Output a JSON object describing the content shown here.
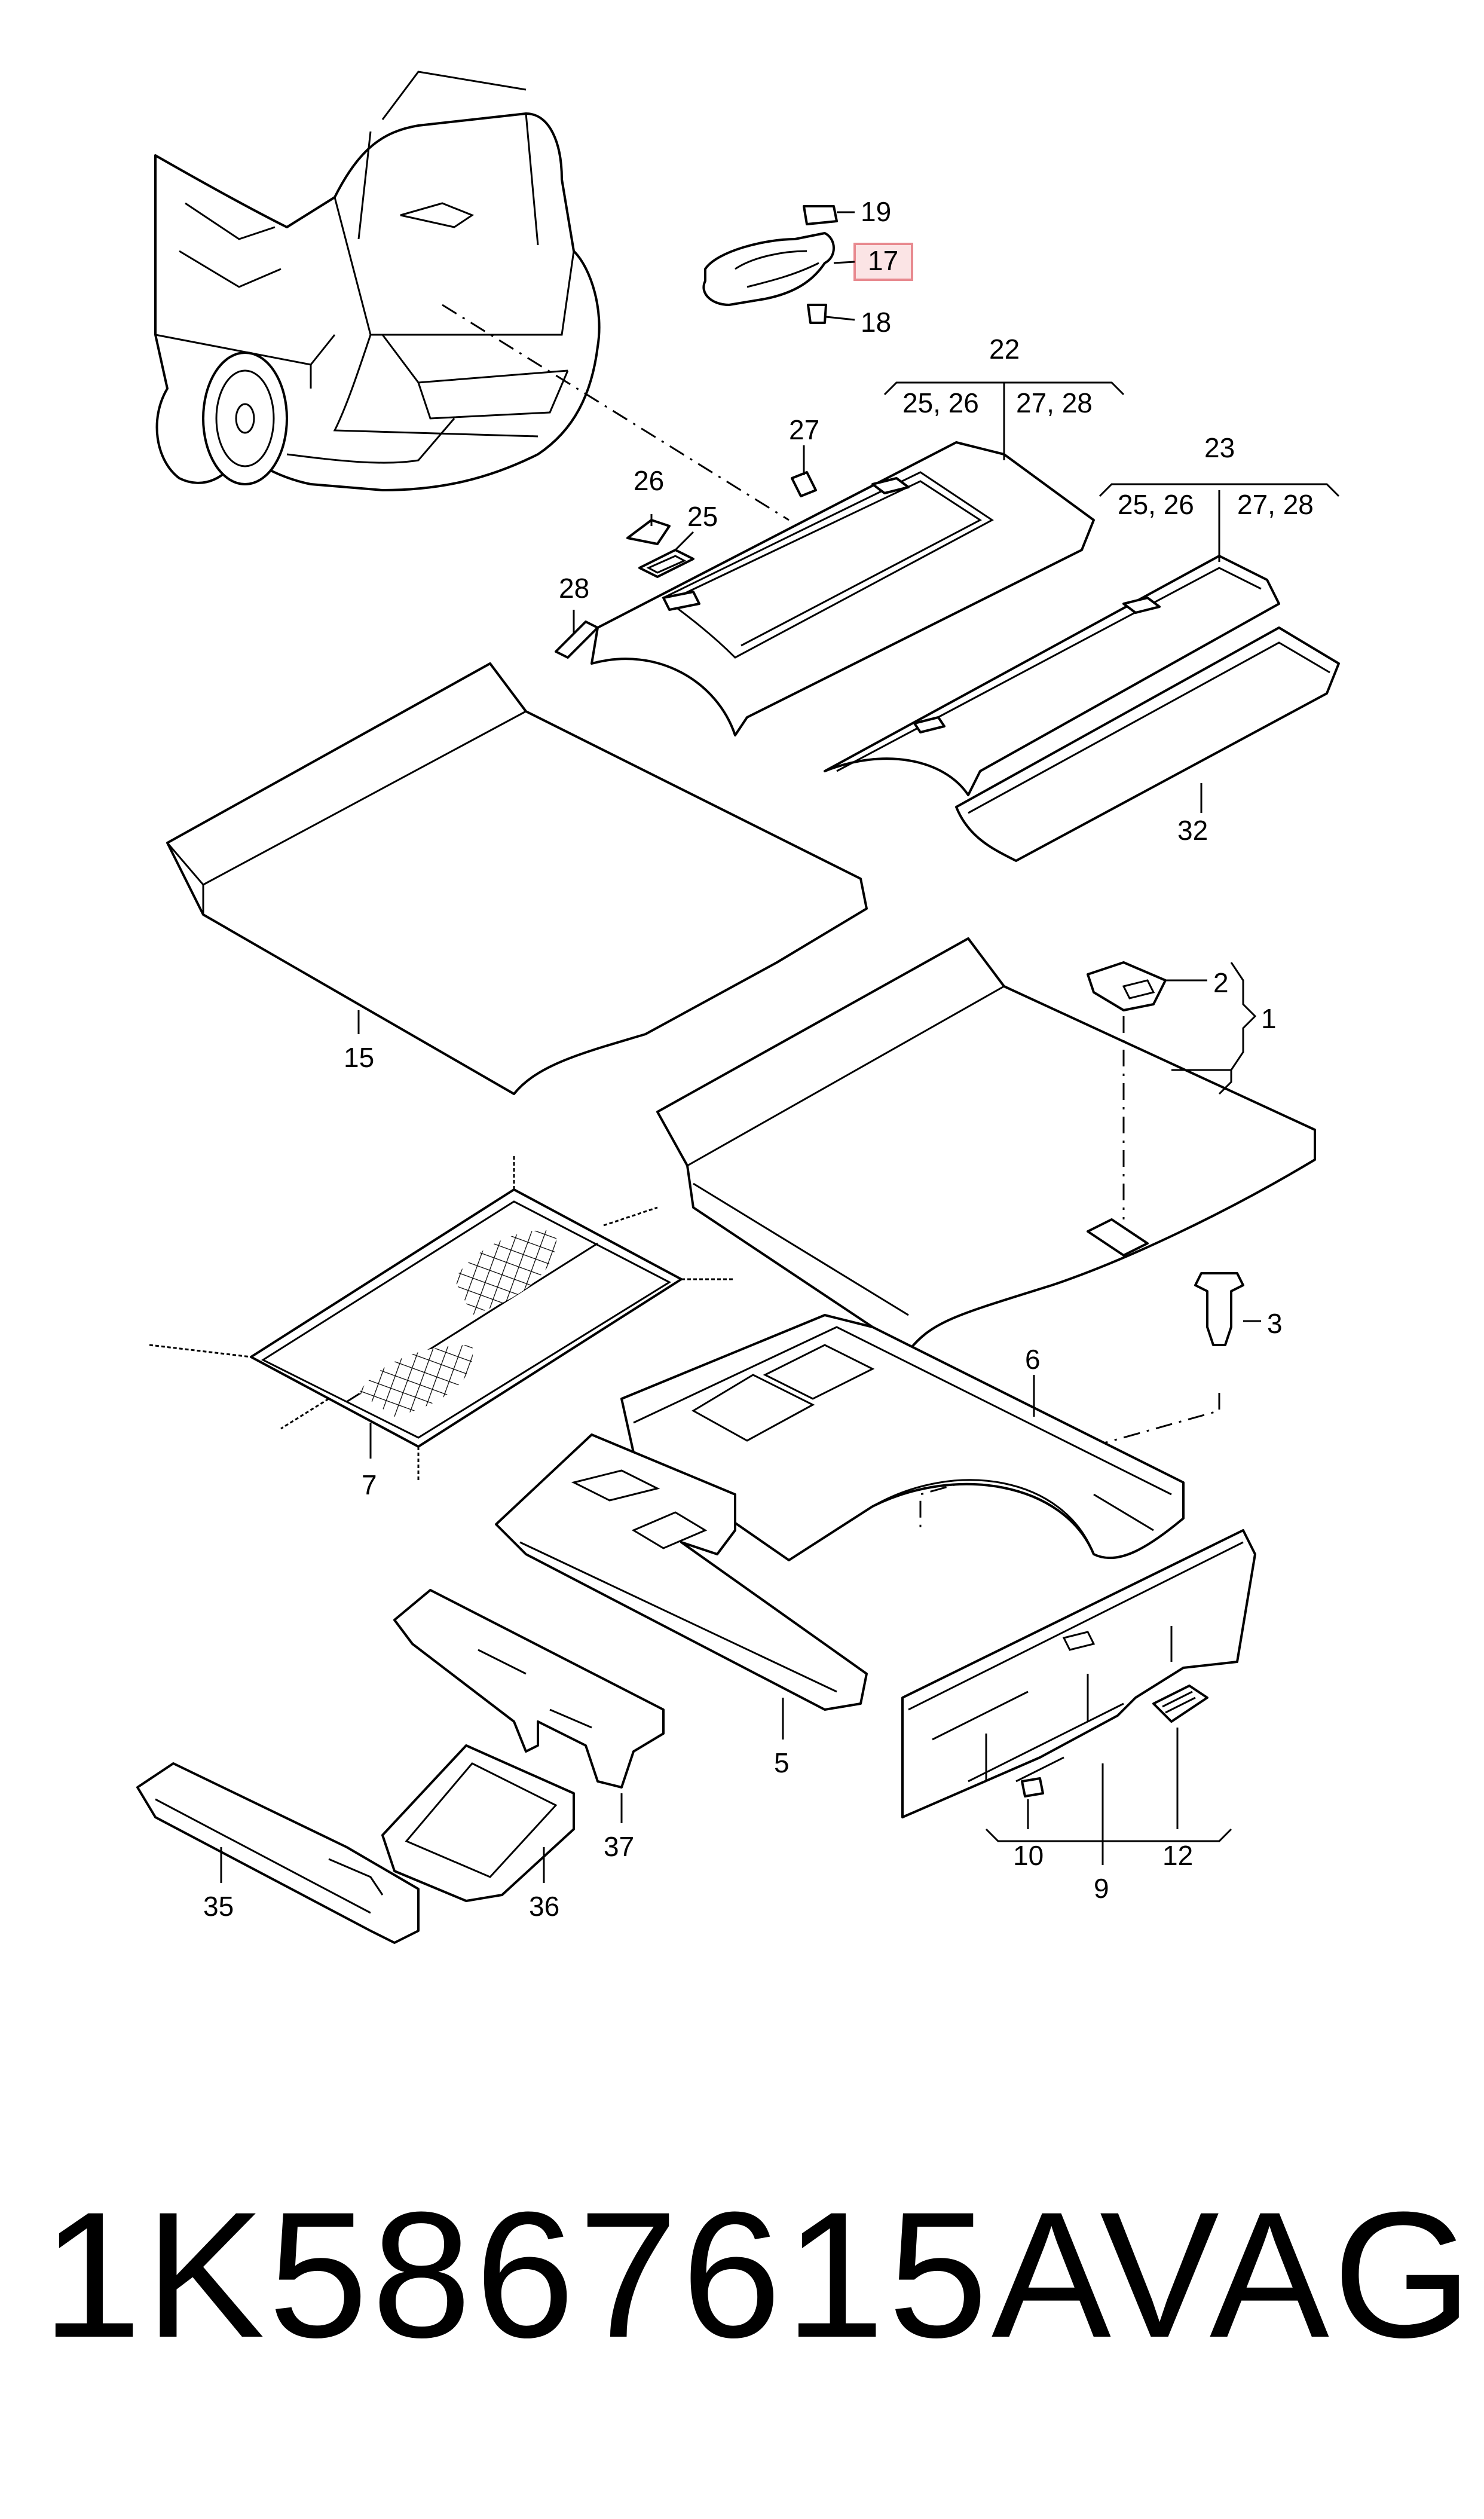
{
  "labels": {
    "l1": "1",
    "l2": "2",
    "l3": "3",
    "l5": "5",
    "l6": "6",
    "l7": "7",
    "l9": "9",
    "l10": "10",
    "l12": "12",
    "l15": "15",
    "l17": "17",
    "l18": "18",
    "l19": "19",
    "l22": "22",
    "l23": "23",
    "l22_left": "25, 26",
    "l22_right": "27, 28",
    "l23_left": "25, 26",
    "l23_right": "27, 28",
    "l25": "25",
    "l26": "26",
    "l27": "27",
    "l28": "28",
    "l32": "32",
    "l35": "35",
    "l36": "36",
    "l37": "37"
  },
  "highlight_color": "#e8898f",
  "footer": {
    "part_number": "1K5867615A",
    "brand": "VAG"
  }
}
